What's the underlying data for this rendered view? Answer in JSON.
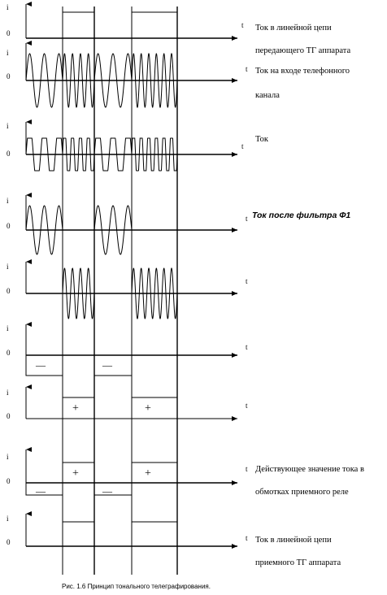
{
  "figure": {
    "caption": "Рис. 1.6 Принцип тонального телеграфирования.",
    "axis_labels": {
      "current": "i",
      "zero": "0",
      "time": "t"
    },
    "signs": {
      "minus": "—",
      "plus": "+"
    },
    "panels": [
      {
        "id": "line-current-transmitter",
        "label_lines": [
          "Ток в линейной цепи",
          "передающего ТГ аппарата"
        ],
        "label_style": "normal"
      },
      {
        "id": "telephone-channel-input",
        "label_lines": [
          "Ток на входе телефонного",
          "канала"
        ],
        "label_style": "normal"
      },
      {
        "id": "current",
        "label_lines": [
          "Ток"
        ],
        "label_style": "normal"
      },
      {
        "id": "after-filter-f1",
        "label_lines": [
          "Ток после фильтра Ф1"
        ],
        "label_style": "bold-italic"
      },
      {
        "id": "after-filter-f2",
        "label_lines": [],
        "label_style": "normal"
      },
      {
        "id": "rectified-f1",
        "label_lines": [],
        "label_style": "normal"
      },
      {
        "id": "rectified-f2",
        "label_lines": [],
        "label_style": "normal"
      },
      {
        "id": "relay-winding-effective",
        "label_lines": [
          "Действующее значение тока в",
          "обмотках приемного реле"
        ],
        "label_style": "normal"
      },
      {
        "id": "line-current-receiver",
        "label_lines": [
          "Ток в линейной цепи",
          "приемного ТГ аппарата"
        ],
        "label_style": "normal"
      }
    ]
  }
}
